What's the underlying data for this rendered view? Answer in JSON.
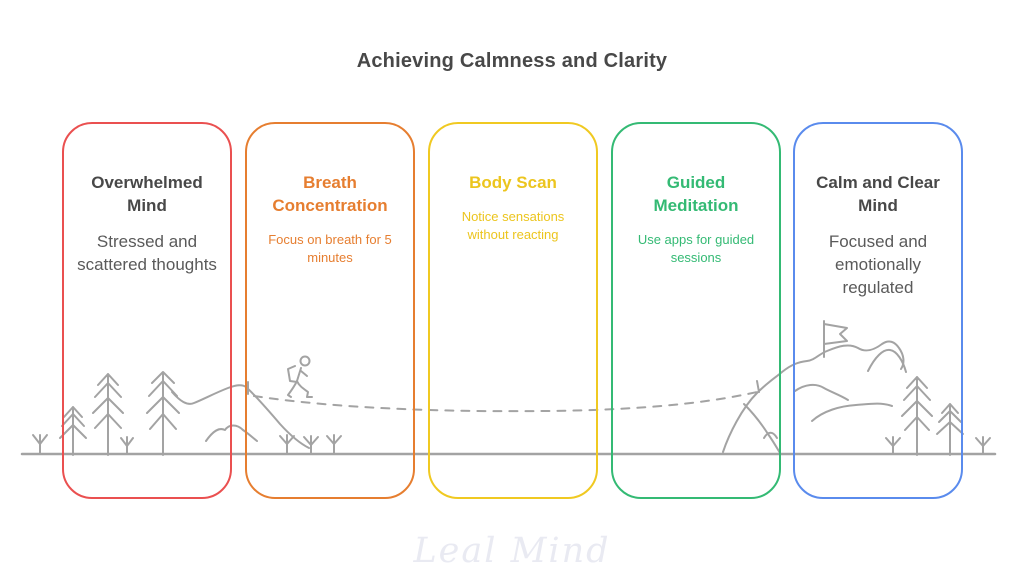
{
  "title": "Achieving Calmness and Clarity",
  "watermark": "Leal Mind",
  "stages": [
    {
      "title": "Overwhelmed Mind",
      "description": "Stressed and scattered thoughts",
      "border_color": "#ea5050",
      "title_color": "#484848",
      "desc_color": "#5a5a5a"
    },
    {
      "title": "Breath Concentration",
      "description": "Focus on breath for 5 minutes",
      "border_color": "#e67e30",
      "title_color": "#e67e30",
      "desc_color": "#e67e30"
    },
    {
      "title": "Body Scan",
      "description": "Notice sensations without reacting",
      "border_color": "#f0c921",
      "title_color": "#ecc51e",
      "desc_color": "#ecc51e"
    },
    {
      "title": "Guided Meditation",
      "description": "Use apps for guided sessions",
      "border_color": "#34ba74",
      "title_color": "#34ba74",
      "desc_color": "#34ba74"
    },
    {
      "title": "Calm and Clear Mind",
      "description": "Focused and emotionally regulated",
      "border_color": "#5a8bed",
      "title_color": "#484848",
      "desc_color": "#5a5a5a"
    }
  ],
  "illustration": {
    "line_color": "#a3a3a3",
    "elements": [
      "ground-line",
      "pine-trees",
      "shrubs",
      "left-hill-ridge",
      "small-hill",
      "hiker",
      "dashed-trail",
      "summit-mountain",
      "summit-flag"
    ]
  }
}
